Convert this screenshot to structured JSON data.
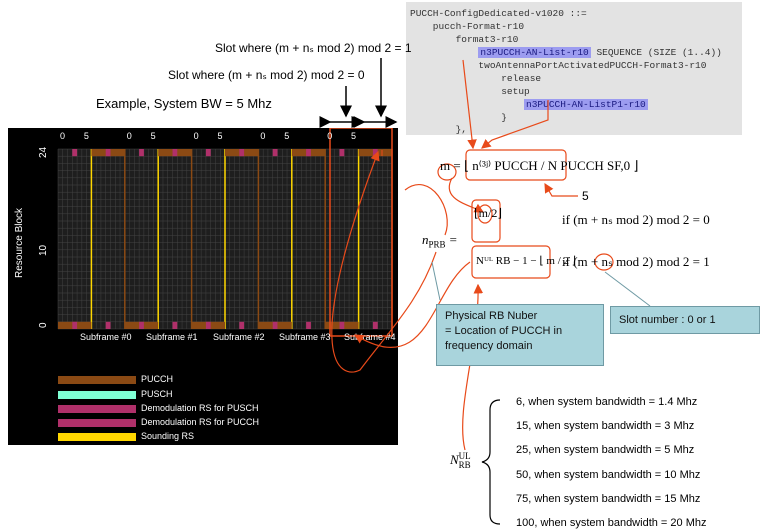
{
  "code": {
    "lines": [
      {
        "pre": "PUCCH-ConfigDedicated-v1020 ::=",
        "hl": "",
        "post": ""
      },
      {
        "pre": "    pucch-Format-r10",
        "hl": "",
        "post": ""
      },
      {
        "pre": "        format3-r10",
        "hl": "",
        "post": ""
      },
      {
        "pre": "            ",
        "hl": "n3PUCCH-AN-List-r10",
        "post": " SEQUENCE (SIZE (1..4))"
      },
      {
        "pre": "            twoAntennaPortActivatedPUCCH-Format3-r10",
        "hl": "",
        "post": ""
      },
      {
        "pre": "                release",
        "hl": "",
        "post": ""
      },
      {
        "pre": "                setup",
        "hl": "",
        "post": ""
      },
      {
        "pre": "                    ",
        "hl": "n3PUCCH-AN-ListP1-r10",
        "post": ""
      },
      {
        "pre": "                }",
        "hl": "",
        "post": ""
      },
      {
        "pre": "        },",
        "hl": "",
        "post": ""
      }
    ]
  },
  "slot_labels": {
    "slot1": "Slot where (m + nₛ mod 2) mod 2 = 1",
    "slot0": "Slot where (m + nₛ mod 2) mod 2 = 0"
  },
  "example_title": "Example, System BW = 5 Mhz",
  "plot": {
    "y_axis_label": "Resource Block",
    "y_ticks": [
      "24",
      "10",
      "0"
    ],
    "top_ticks": [
      "0",
      "5"
    ],
    "subframes": [
      "Subframe #0",
      "Subframe #1",
      "Subframe #2",
      "Subframe #3",
      "Subframe #4"
    ]
  },
  "legend": [
    {
      "label": "PUCCH",
      "color": "#8b4a14"
    },
    {
      "label": "PUSCH",
      "color": "#7fffd4"
    },
    {
      "label": "Demodulation RS for PUSCH",
      "color": "#b0306a"
    },
    {
      "label": "Demodulation RS for PUCCH",
      "color": "#b0306a"
    },
    {
      "label": "Sounding RS",
      "color": "#ffd700"
    }
  ],
  "formulas": {
    "m_eq": "m = ⌊ n⁽³ʲ⁾ PUCCH / N PUCCH SF,0 ⌋",
    "num_5": "5",
    "nprb": "n",
    "nprb_sub": "PRB",
    "case0_cond": "if (m + nₛ mod 2) mod 2 = 0",
    "case1_cond": "if (m + nₛ mod 2) mod 2 = 1",
    "case1_expr": "Nᵁᴸ RB − 1 − ⌊ m / 2 ⌋",
    "nrb_ul": "N"
  },
  "callouts": {
    "physical_rb": "Physical RB Nuber\n= Location of PUCCH in\nfrequency domain",
    "slot_number": "Slot number : 0 or 1"
  },
  "bandwidth_list": [
    "6, when system bandwidth = 1.4 Mhz",
    "15, when system bandwidth = 3 Mhz",
    "25, when system bandwidth = 5 Mhz",
    "50, when system bandwidth = 10 Mhz",
    "75, when system bandwidth = 15 Mhz",
    "100, when system bandwidth = 20 Mhz"
  ]
}
